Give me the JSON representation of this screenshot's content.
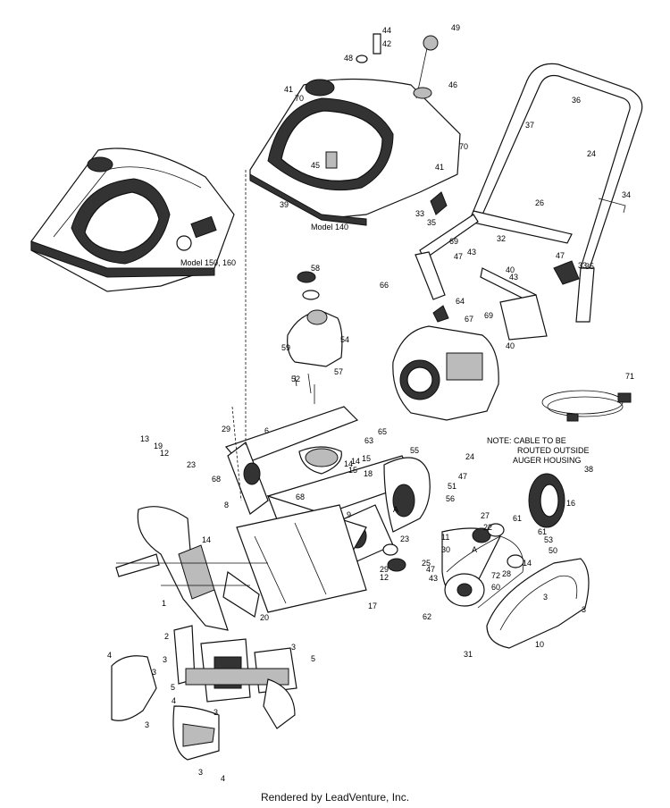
{
  "model_labels": {
    "m140": "Model 140",
    "m150": "Model 150, 160"
  },
  "note": {
    "line1": "NOTE: CABLE TO BE",
    "line2": "ROUTED OUTSIDE",
    "line3": "AUGER HOUSING"
  },
  "letters": {
    "a1": "A",
    "a2": "A"
  },
  "footer": "Rendered by LeadVenture, Inc.",
  "callouts": [
    "44",
    "42",
    "48",
    "49",
    "41",
    "46",
    "70",
    "36",
    "37",
    "45",
    "70",
    "41",
    "24",
    "39",
    "34",
    "33",
    "26",
    "35",
    "32",
    "69",
    "47",
    "43",
    "58",
    "66",
    "40",
    "43",
    "47",
    "35",
    "33",
    "64",
    "67",
    "59",
    "54",
    "69",
    "40",
    "57",
    "71",
    "52",
    "6",
    "13",
    "19",
    "29",
    "12",
    "65",
    "63",
    "23",
    "68",
    "55",
    "24",
    "14",
    "15",
    "14",
    "15",
    "18",
    "47",
    "51",
    "56",
    "38",
    "8",
    "68",
    "9",
    "16",
    "14",
    "27",
    "22",
    "61",
    "11",
    "61",
    "53",
    "50",
    "30",
    "23",
    "25",
    "47",
    "72",
    "28",
    "14",
    "29",
    "12",
    "43",
    "60",
    "3",
    "1",
    "20",
    "17",
    "62",
    "3",
    "31",
    "10",
    "2",
    "3",
    "4",
    "3",
    "5",
    "3",
    "5",
    "3",
    "4",
    "4",
    "3",
    "3"
  ]
}
